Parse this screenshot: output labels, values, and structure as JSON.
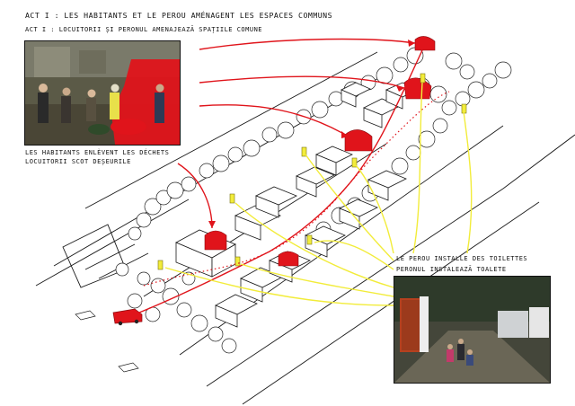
{
  "texts": {
    "title_fr": "ACT I : LES HABITANTS ET LE PEROU AMÉNAGENT LES ESPACES COMMUNS",
    "title_ro": "ACT I : LOCUITORII ȘI PERONUL AMENAJEAZĂ SPAȚIILE COMUNE",
    "caption_fr": "LES HABITANTS ENLÈVENT LES DÉCHETS",
    "caption_ro": "LOCUITORII SCOT DEȘEURILE",
    "toilets_fr": "LE PEROU INSTALLE DES TOILETTES",
    "toilets_ro": "PERONUL INSTALEAZĂ TOALETE"
  },
  "colors": {
    "red": "#e0141b",
    "yellow": "#f2ec3a",
    "ink": "#1a1a1a"
  }
}
